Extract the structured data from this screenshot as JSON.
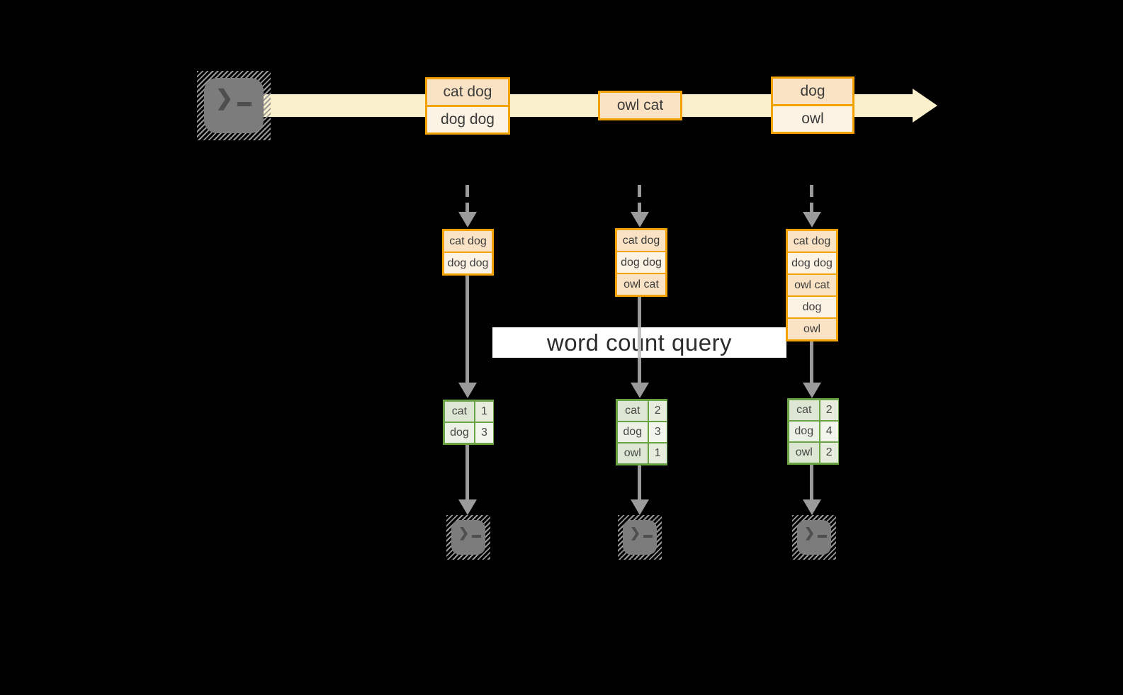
{
  "colors": {
    "accent_orange": "#F2A202",
    "peach": "#FAE3C4",
    "cream": "#FDF3E4",
    "stream_fill": "#FAF0CB",
    "green_border": "#69A344",
    "sage_dark": "#DCE6D2",
    "sage_mid": "#E6EDDC",
    "sage_light": "#ECF1E6",
    "sage_lighter": "#F2F6ED",
    "arrow_gray": "#9B9B9B",
    "terminal_gray": "#7C7C7C",
    "glyph_dark": "#4E4E4E",
    "text_dark": "#3C3C3C"
  },
  "query_label": "word count query",
  "icons": {
    "prompt_chevron": "❯"
  },
  "stream_boxes": [
    {
      "rows": [
        "cat dog",
        "dog dog"
      ]
    },
    {
      "rows": [
        "owl cat"
      ]
    },
    {
      "rows": [
        "dog",
        "owl"
      ]
    }
  ],
  "columns": [
    {
      "buffer_rows": [
        "cat dog",
        "dog dog"
      ],
      "counts": [
        {
          "word": "cat",
          "value": "1"
        },
        {
          "word": "dog",
          "value": "3"
        }
      ]
    },
    {
      "buffer_rows": [
        "cat dog",
        "dog dog",
        "owl cat"
      ],
      "counts": [
        {
          "word": "cat",
          "value": "2"
        },
        {
          "word": "dog",
          "value": "3"
        },
        {
          "word": "owl",
          "value": "1"
        }
      ]
    },
    {
      "buffer_rows": [
        "cat dog",
        "dog dog",
        "owl cat",
        "dog",
        "owl"
      ],
      "counts": [
        {
          "word": "cat",
          "value": "2"
        },
        {
          "word": "dog",
          "value": "4"
        },
        {
          "word": "owl",
          "value": "2"
        }
      ]
    }
  ]
}
